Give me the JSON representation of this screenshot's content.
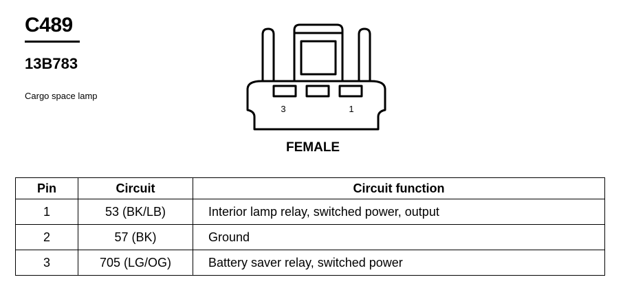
{
  "connector": {
    "id": "C489",
    "part_number": "13B783",
    "description": "Cargo space lamp",
    "gender": "FEMALE",
    "pin_labels": {
      "left": "3",
      "right": "1"
    }
  },
  "table": {
    "headers": {
      "pin": "Pin",
      "circuit": "Circuit",
      "function": "Circuit function"
    },
    "rows": [
      {
        "pin": "1",
        "circuit": "53 (BK/LB)",
        "function": "Interior lamp relay, switched power, output"
      },
      {
        "pin": "2",
        "circuit": "57 (BK)",
        "function": "Ground"
      },
      {
        "pin": "3",
        "circuit": "705 (LG/OG)",
        "function": "Battery saver relay, switched power"
      }
    ]
  }
}
